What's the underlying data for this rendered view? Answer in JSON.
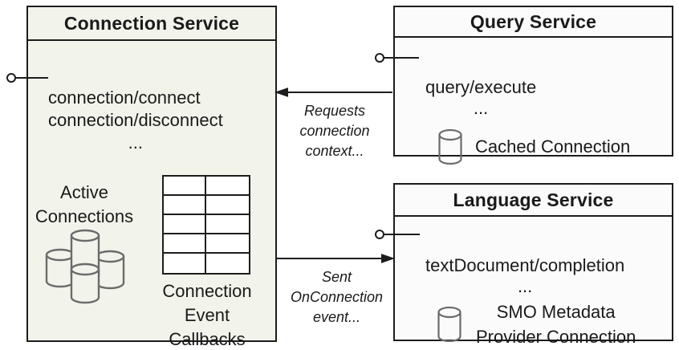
{
  "diagram": {
    "background": "#ffffff",
    "border_color": "#1d1d1d",
    "text_color": "#1a1a1a",
    "icon_stroke_color": "#6b6b6b",
    "connection_box_fill": "#f2f4eb",
    "service_box_fill": "#fbfbfb"
  },
  "connection_service": {
    "title": "Connection Service",
    "method_lines": [
      "connection/connect",
      "connection/disconnect"
    ],
    "ellipsis": "...",
    "active_label_lines": [
      "Active",
      "Connections"
    ],
    "callbacks_label_lines": [
      "Connection",
      "Event",
      "Callbacks"
    ]
  },
  "query_service": {
    "title": "Query Service",
    "method": "query/execute",
    "ellipsis": "...",
    "cached_connection_label": "Cached Connection"
  },
  "language_service": {
    "title": "Language Service",
    "method": "textDocument/completion",
    "ellipsis": "...",
    "provider_label_lines": [
      "SMO Metadata",
      "Provider Connection"
    ]
  },
  "arrows": {
    "requests_label_lines": [
      "Requests",
      "connection",
      "context..."
    ],
    "sent_label_lines": [
      "Sent",
      "OnConnection",
      "event..."
    ]
  }
}
